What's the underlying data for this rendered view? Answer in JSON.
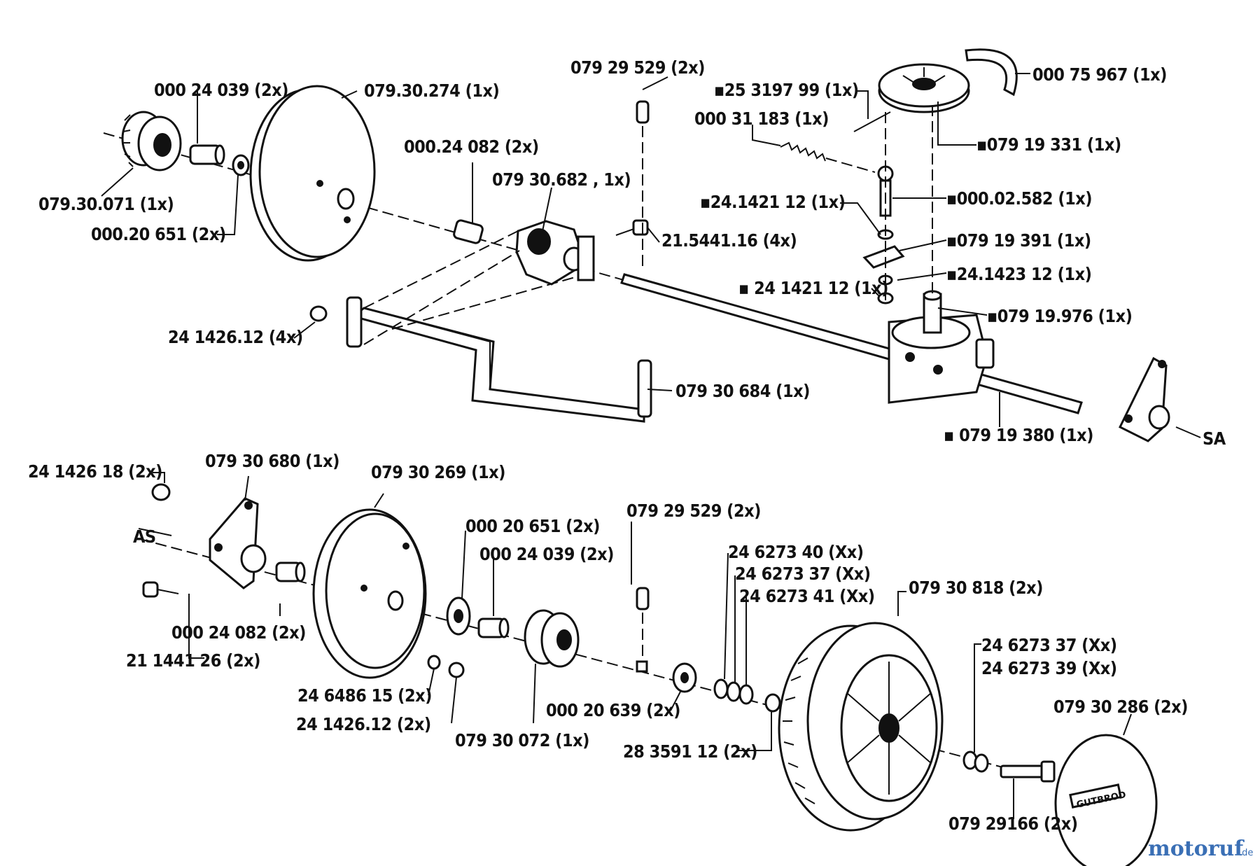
{
  "labels": {
    "p_000_24_039_top": "000 24 039  (2x)",
    "p_079_30_274": "079.30.274  (1x)",
    "p_079_29_529_top": "079 29 529  (2x)",
    "p_25_3197_99": "▪25 3197 99  (1x)",
    "p_000_75_967": "000 75 967  (1x)",
    "p_000_31_183": "000 31 183  (1x)",
    "p_079_19_331": "▪079 19 331  (1x)",
    "p_000_24_082_top": "000.24 082  (2x)",
    "p_079_30_682": "079 30.682  , 1x)",
    "p_24_1421_12_a": "▪24.1421 12  (1x)",
    "p_000_02_582": "▪000.02.582  (1x)",
    "p_079_30_071": "079.30.071  (1x)",
    "p_000_20_651_top": "000.20 651  (2x)",
    "p_21_5441_16": "21.5441.16  (4x)",
    "p_079_19_391": "▪079 19 391  (1x)",
    "p_24_1423_12": "▪24.1423 12  (1x)",
    "p_24_1421_12_b": "▪ 24 1421 12  (1x)",
    "p_079_19_976": "▪079 19.976  (1x)",
    "p_24_1426_12_top": "24 1426.12  (4x)",
    "p_079_30_684": "079 30 684  (1x)",
    "p_079_19_380": "▪ 079 19 380  (1x)",
    "p_SA": "SA",
    "p_24_1426_18": "24 1426 18  (2x)",
    "p_079_30_680": "079 30 680  (1x)",
    "p_079_30_269": "079 30 269  (1x)",
    "p_079_29_529_bot": "079 29 529  (2x)",
    "p_AS": "AS",
    "p_000_20_651_bot": "000 20 651  (2x)",
    "p_000_24_039_bot": "000 24 039  (2x)",
    "p_24_6273_40": "24 6273 40  (Xx)",
    "p_24_6273_37_a": "24 6273 37  (Xx)",
    "p_24_6273_41": "24 6273 41  (Xx)",
    "p_079_30_818": "079 30 818  (2x)",
    "p_000_24_082_bot": "000 24 082  (2x)",
    "p_21_1441_26": "21 1441 26  (2x)",
    "p_24_6273_37_b": "24 6273 37  (Xx)",
    "p_24_6273_39": "24 6273 39  (Xx)",
    "p_079_30_286": "079  30  286  (2x)",
    "p_24_6486_15": "24 6486 15  (2x)",
    "p_24_1426_12_bot": "24  1426.12  (2x)",
    "p_000_20_639": "000  20 639  (2x)",
    "p_079_30_072": "079 30 072  (1x)",
    "p_28_3591_12": "28 3591 12  (2x)",
    "p_079_29_166": "079 29166  (2x)"
  },
  "hubcap_brand": "GUTBROD",
  "watermark": {
    "main": "motoruf",
    "suffix": ".de"
  },
  "colors": {
    "ink": "#111111",
    "watermark": "#3a6fb5",
    "background": "#ffffff"
  }
}
